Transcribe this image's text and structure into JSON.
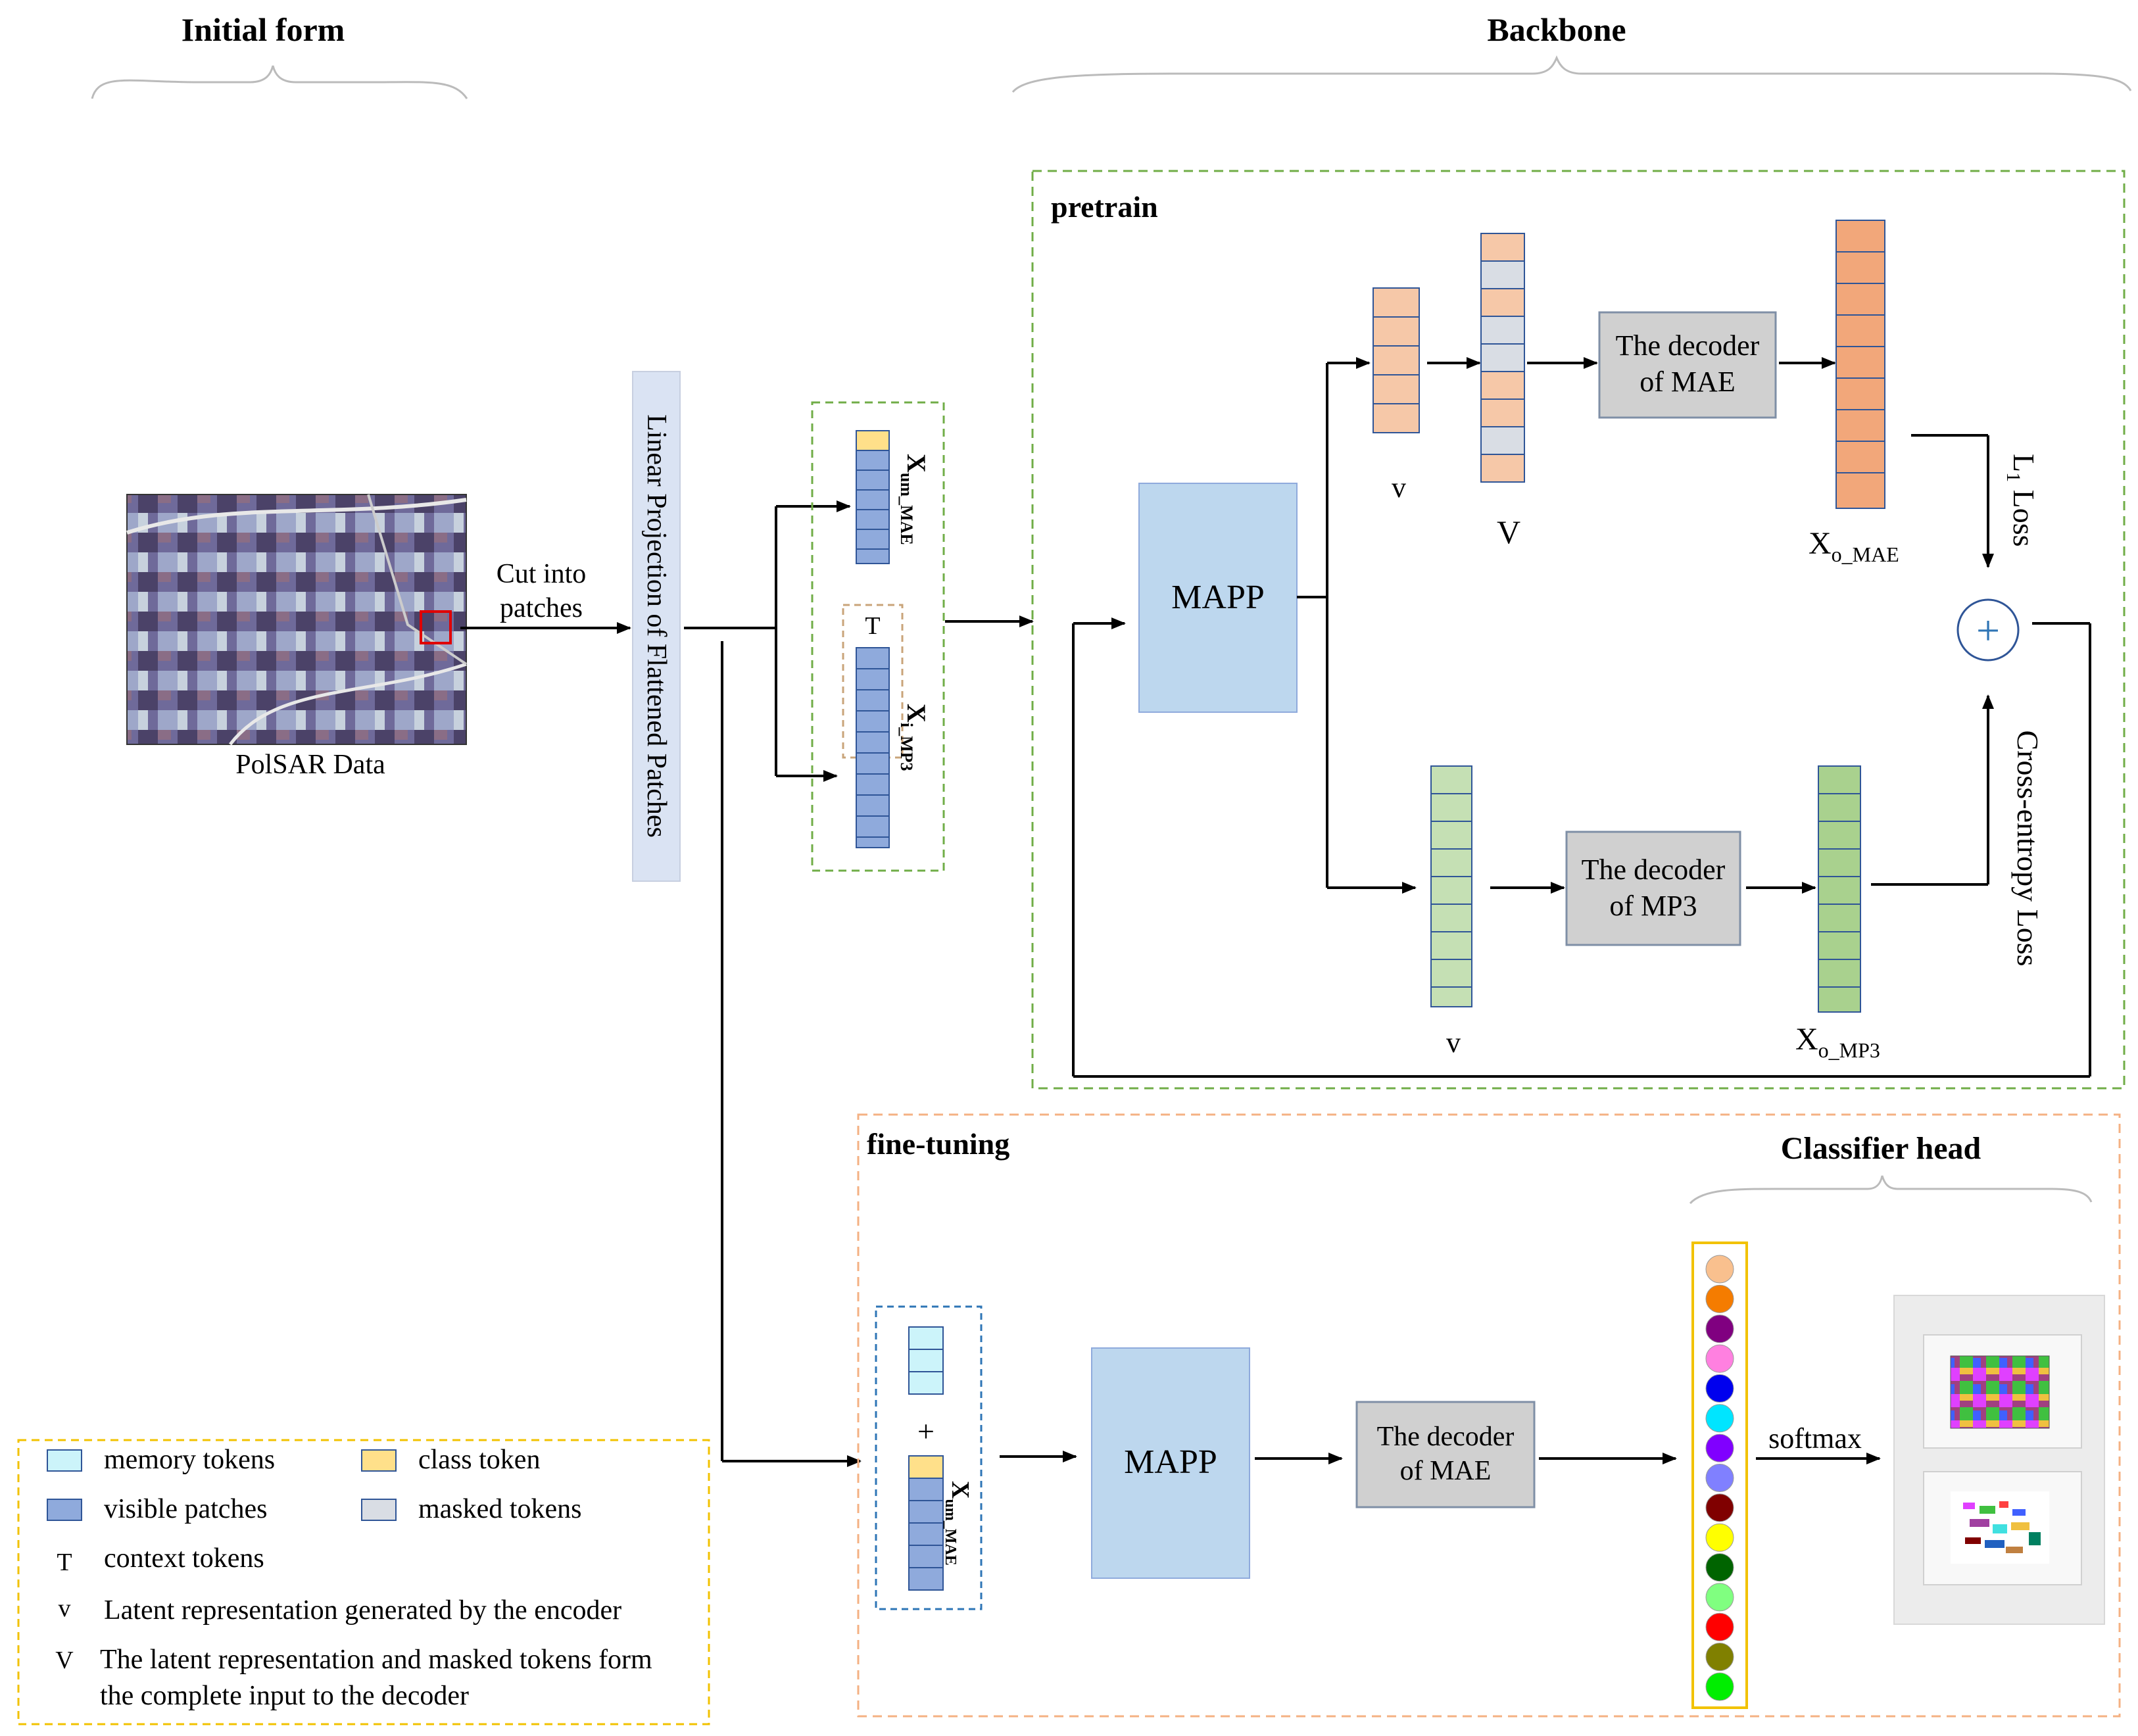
{
  "headers": {
    "initial_form": "Initial form",
    "backbone": "Backbone",
    "classifier_head": "Classifier head"
  },
  "initial": {
    "data_label": "PolSAR Data",
    "cut_line1": "Cut into",
    "cut_line2": "patches"
  },
  "projection_label": "Linear Projection of Flattened Patches",
  "inputs": {
    "x_mae": "X",
    "x_mae_sub": "um_MAE",
    "x_mp3": "X",
    "x_mp3_sub": "i_MP3",
    "context_token": "T"
  },
  "pretrain": {
    "title": "pretrain",
    "mapp": "MAPP",
    "latent_v": "v",
    "decoder_input_V": "V",
    "decoder_mae_line1": "The decoder",
    "decoder_mae_line2": "of MAE",
    "decoder_mp3_line1": "The decoder",
    "decoder_mp3_line2": "of MP3",
    "out_mae": "X",
    "out_mae_sub": "o_MAE",
    "out_mp3": "X",
    "out_mp3_sub": "o_MP3",
    "l1_loss": "L",
    "l1_sub": "1",
    "l1_suffix": " Loss",
    "ce_loss": "Cross-entropy Loss",
    "plus": "+"
  },
  "finetune": {
    "title": "fine-tuning",
    "plus": "+",
    "x_label": "X",
    "x_sub": "um_MAE",
    "mapp": "MAPP",
    "decoder_line1": "The decoder",
    "decoder_line2": "of MAE",
    "softmax": "softmax"
  },
  "legend": [
    {
      "symbol": "memory",
      "label": "memory tokens"
    },
    {
      "symbol": "class",
      "label": "class token"
    },
    {
      "symbol": "visible",
      "label": "visible patches"
    },
    {
      "symbol": "masked",
      "label": "masked tokens"
    },
    {
      "symbol": "T",
      "label": "context tokens"
    },
    {
      "symbol": "v",
      "label": "Latent representation generated by the encoder"
    },
    {
      "symbol": "V",
      "label": "The latent representation and masked tokens form"
    },
    {
      "symbol": "",
      "label": "the complete input to the decoder"
    }
  ],
  "colors": {
    "orange_token": "#f6c8a8",
    "orange_out": "#f2a77a",
    "gray_token": "#d9dde4",
    "blue_patch": "#8faadc",
    "class_token": "#ffe08a",
    "memory_token": "#ccf4fa",
    "green_token": "#c5e0b4",
    "green_out": "#a9d18e",
    "mapp": "#bdd7ee",
    "decoder": "#d0d0d0",
    "projection": "#dae3f3"
  },
  "class_colors": [
    "#f9c08e",
    "#f57c00",
    "#800080",
    "#ff80e0",
    "#0000ee",
    "#00e5ff",
    "#8000ff",
    "#8080ff",
    "#800000",
    "#ffff00",
    "#006400",
    "#80ff80",
    "#ff0000",
    "#808000",
    "#00ee00"
  ]
}
